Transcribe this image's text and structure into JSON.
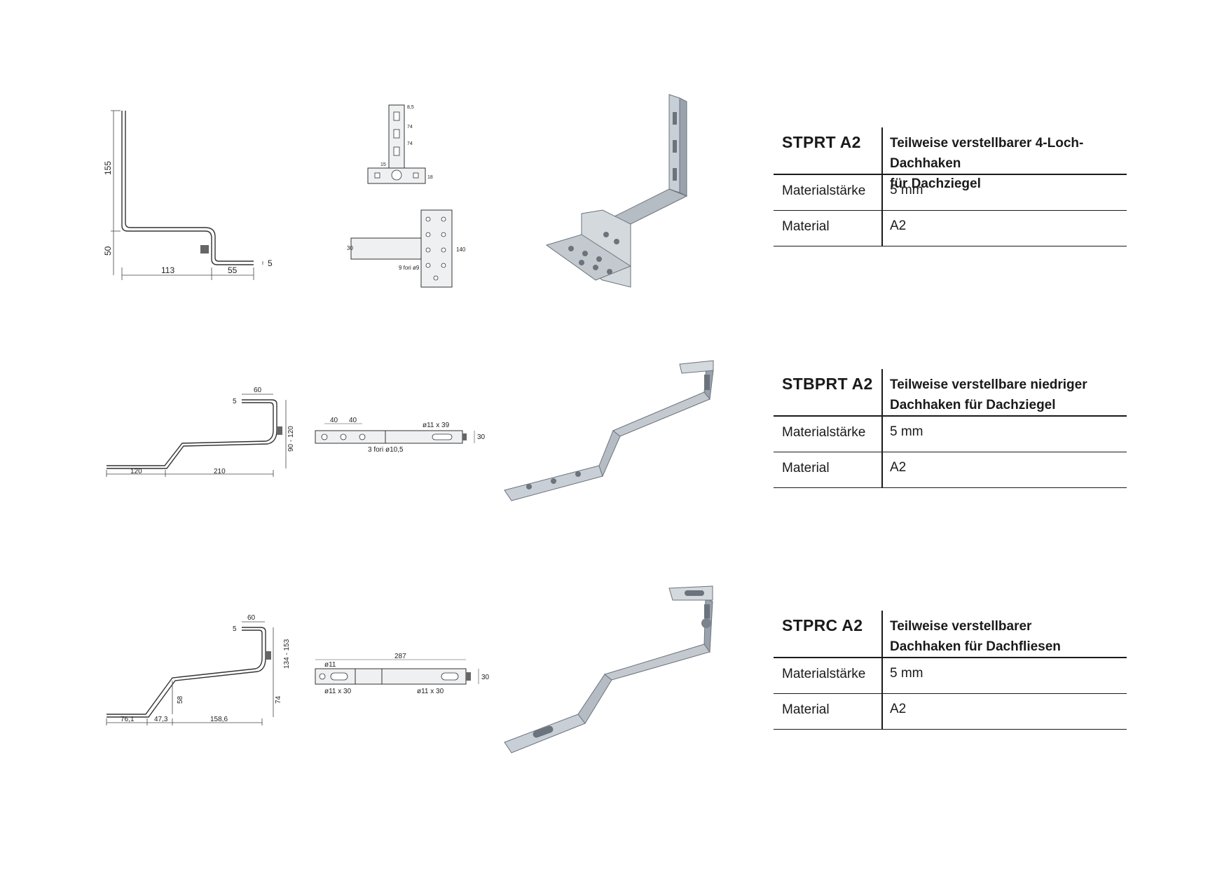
{
  "products": [
    {
      "code": "STPRT A2",
      "title_line1": "Teilweise verstellbarer 4-Loch-Dachhaken",
      "title_line2": "für Dachziegel",
      "rows": [
        {
          "key": "Materialstärke",
          "value": "5 mm"
        },
        {
          "key": "Material",
          "value": "A2"
        }
      ],
      "dims_side": [
        "155",
        "50",
        "113",
        "55",
        "5"
      ],
      "dims_plan": [
        "8,5",
        "74",
        "74",
        "15",
        "18",
        "30",
        "140",
        "9 fori ø9"
      ]
    },
    {
      "code": "STBPRT A2",
      "title_line1": "Teilweise verstellbare niedriger",
      "title_line2": "Dachhaken für Dachziegel",
      "rows": [
        {
          "key": "Materialstärke",
          "value": "5 mm"
        },
        {
          "key": "Material",
          "value": "A2"
        }
      ],
      "dims_side": [
        "60",
        "5",
        "90 - 120",
        "120",
        "210"
      ],
      "dims_plan": [
        "40",
        "40",
        "ø11 x 39",
        "30",
        "3 fori ø10,5"
      ]
    },
    {
      "code": "STPRC A2",
      "title_line1": "Teilweise verstellbarer",
      "title_line2": "Dachhaken für Dachfliesen",
      "rows": [
        {
          "key": "Materialstärke",
          "value": "5 mm"
        },
        {
          "key": "Material",
          "value": "A2"
        }
      ],
      "dims_side": [
        "60",
        "5",
        "134 - 153",
        "58",
        "74",
        "76,1",
        "47,3",
        "158,6"
      ],
      "dims_plan": [
        "287",
        "ø11",
        "30",
        "ø11 x 30",
        "ø11 x 30"
      ]
    }
  ],
  "colors": {
    "steel_light": "#c9cfd6",
    "steel_mid": "#9aa3ad",
    "steel_dark": "#6b737c",
    "line": "#1a1a1a"
  }
}
